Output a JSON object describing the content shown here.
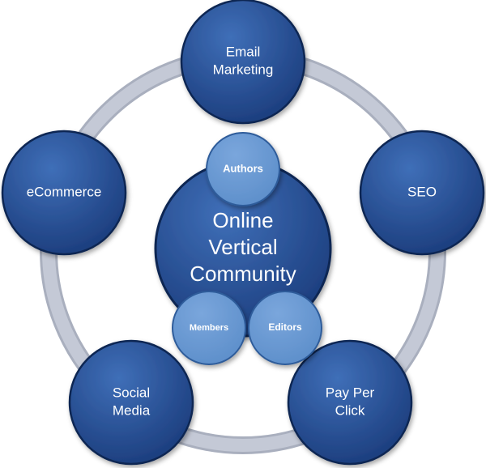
{
  "diagram": {
    "center": {
      "label_lines": [
        "Online",
        "Vertical",
        "Community"
      ]
    },
    "inner_nodes": [
      {
        "id": "authors",
        "label": "Authors"
      },
      {
        "id": "members",
        "label": "Members"
      },
      {
        "id": "editors",
        "label": "Editors"
      }
    ],
    "outer_nodes": [
      {
        "id": "email-marketing",
        "label_lines": [
          "Email",
          "Marketing"
        ]
      },
      {
        "id": "seo",
        "label_lines": [
          "SEO"
        ]
      },
      {
        "id": "pay-per-click",
        "label_lines": [
          "Pay Per",
          "Click"
        ]
      },
      {
        "id": "social-media",
        "label_lines": [
          "Social",
          "Media"
        ]
      },
      {
        "id": "ecommerce",
        "label_lines": [
          "eCommerce"
        ]
      }
    ],
    "colors": {
      "outer_fill_light": "#3f6fb8",
      "outer_fill_dark": "#1b3c7c",
      "outer_stroke": "#0f2752",
      "inner_fill": "#5b8dc9",
      "inner_stroke": "#2d5b9a",
      "ring": "#c4c9d6",
      "ring_edge": "#a9afbe",
      "text": "#ffffff"
    }
  }
}
